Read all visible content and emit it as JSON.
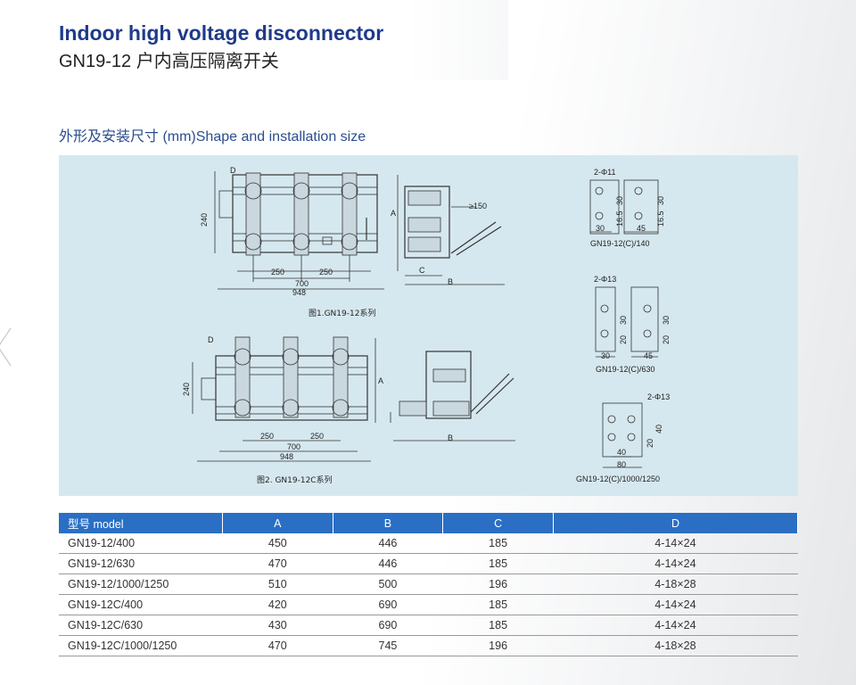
{
  "header": {
    "title_en": "Indoor high voltage disconnector",
    "title_cn": "GN19-12 户内高压隔离开关"
  },
  "section_title": "外形及安装尺寸 (mm)Shape and installation size",
  "drawing": {
    "fig1_caption": "图1.GN19-12系列",
    "fig2_caption": "图2. GN19-12C系列",
    "fig1_dims": {
      "d": "D",
      "h240": "240",
      "w250a": "250",
      "w250b": "250",
      "w700": "700",
      "w948": "948",
      "a": "A",
      "b": "B",
      "c": "C",
      "ge150": "≥150"
    },
    "fig2_dims": {
      "d": "D",
      "h240": "240",
      "w250a": "250",
      "w250b": "250",
      "w700": "700",
      "w948": "948",
      "a": "A",
      "b": "B"
    },
    "detail1": {
      "holes": "2-Φ11",
      "d30": "30",
      "d165": "16.5",
      "w30": "30",
      "w45": "45",
      "d30b": "30",
      "d165b": "16.5",
      "caption": "GN19-12(C)/140"
    },
    "detail2": {
      "holes": "2-Φ13",
      "d30": "30",
      "d20": "20",
      "w30": "30",
      "w45": "45",
      "d30b": "30",
      "d20b": "20",
      "caption": "GN19-12(C)/630"
    },
    "detail3": {
      "holes": "2-Φ13",
      "d20": "20",
      "d40": "40",
      "w40": "40",
      "w80": "80",
      "caption": "GN19-12(C)/1000/1250"
    }
  },
  "table": {
    "headers": [
      "型号 model",
      "A",
      "B",
      "C",
      "D"
    ],
    "rows": [
      [
        "GN19-12/400",
        "450",
        "446",
        "185",
        "4-14×24"
      ],
      [
        "GN19-12/630",
        "470",
        "446",
        "185",
        "4-14×24"
      ],
      [
        "GN19-12/1000/1250",
        "510",
        "500",
        "196",
        "4-18×28"
      ],
      [
        "GN19-12C/400",
        "420",
        "690",
        "185",
        "4-14×24"
      ],
      [
        "GN19-12C/630",
        "430",
        "690",
        "185",
        "4-14×24"
      ],
      [
        "GN19-12C/1000/1250",
        "470",
        "745",
        "196",
        "4-18×28"
      ]
    ]
  },
  "colors": {
    "title": "#1f3a8a",
    "table_header": "#2a6fc4",
    "drawing_bg": "#d6e8ef"
  }
}
